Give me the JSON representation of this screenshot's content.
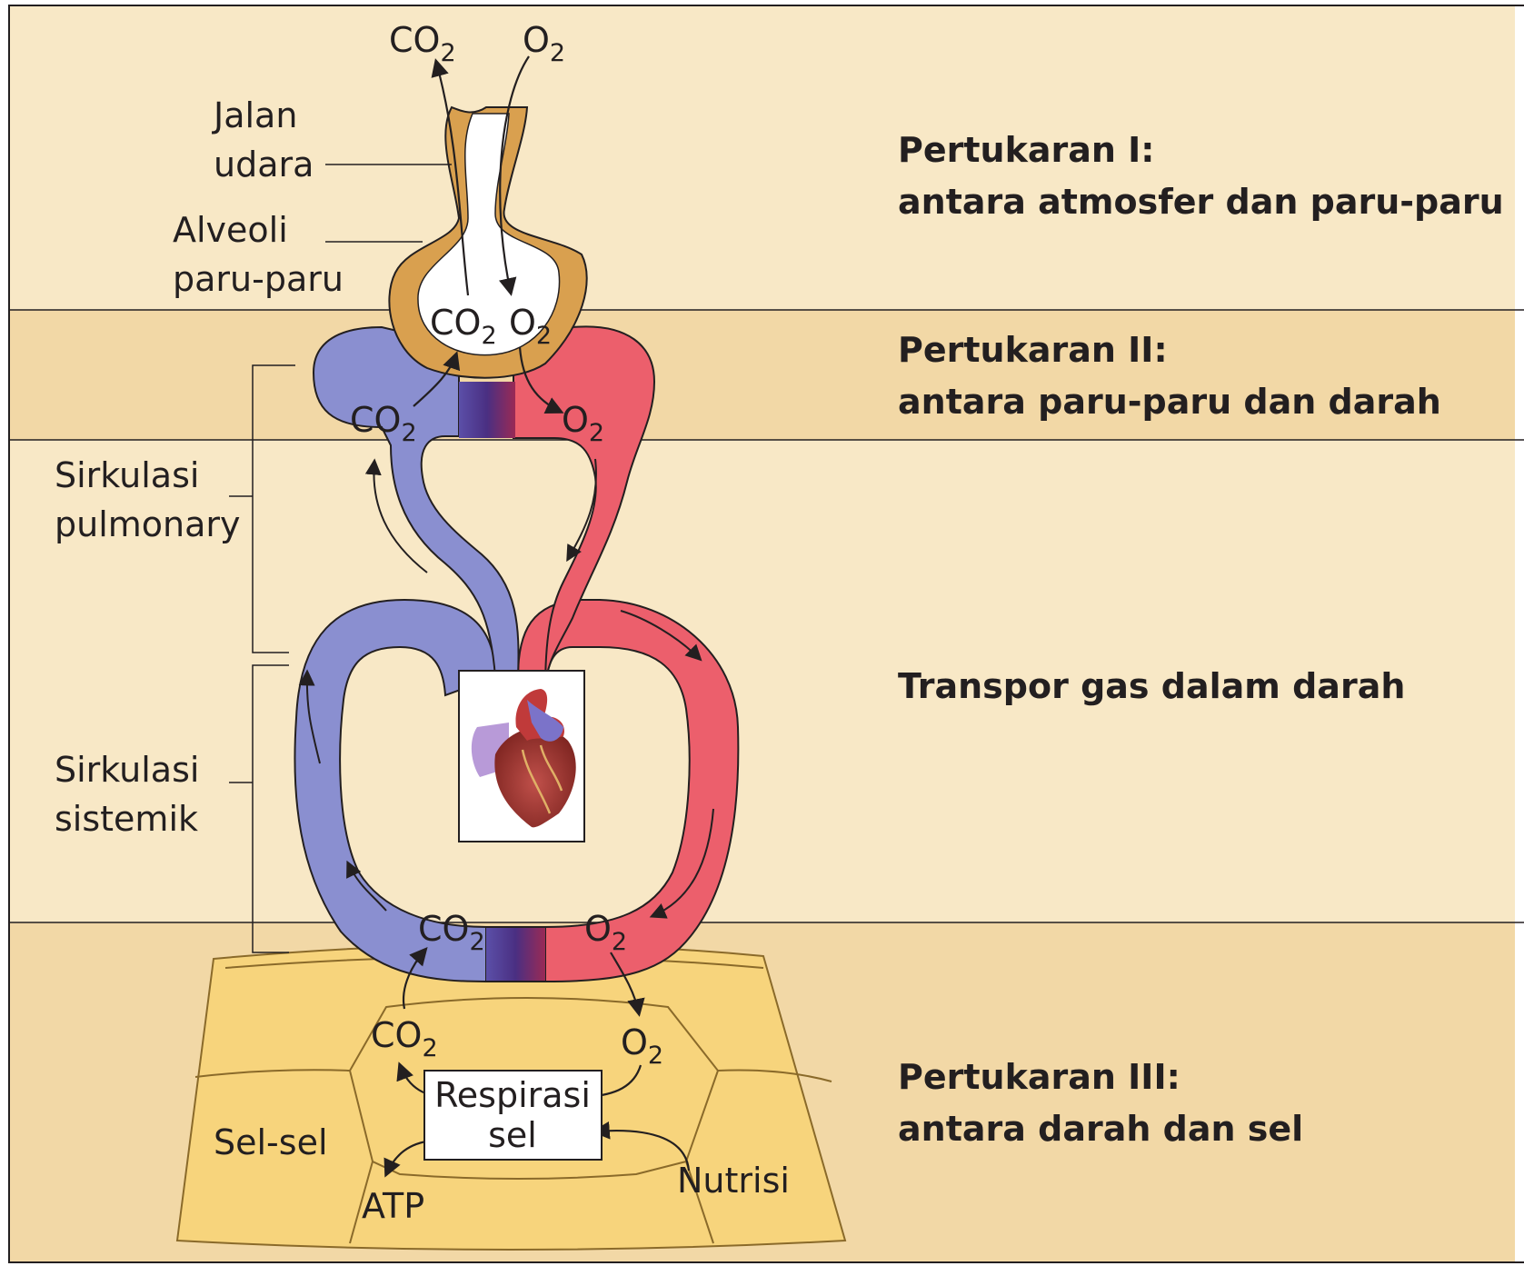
{
  "colors": {
    "band_light": "#f8e8c6",
    "band_dark": "#f2d8a6",
    "frame": "#231f20",
    "vessel_blue": "#8a8fd0",
    "vessel_red": "#ec5f6c",
    "alveolus": "#d9a04f",
    "cells": "#f7d47c",
    "cell_border": "#8a6a2a"
  },
  "labels": {
    "airway_line1": "Jalan",
    "airway_line2": "udara",
    "alveoli_line1": "Alveoli",
    "alveoli_line2": "paru-paru",
    "pulmonary_line1": "Sirkulasi",
    "pulmonary_line2": "pulmonary",
    "systemic_line1": "Sirkulasi",
    "systemic_line2": "sistemik",
    "cells": "Sel-sel",
    "respiration_line1": "Respirasi",
    "respiration_line2": "sel",
    "atp": "ATP",
    "nutrients": "Nutrisi"
  },
  "gases": {
    "co2_base": "CO",
    "co2_sub": "2",
    "o2_base": "O",
    "o2_sub": "2"
  },
  "headings": {
    "exchange1_line1": "Pertukaran I:",
    "exchange1_line2": "antara atmosfer dan paru-paru",
    "exchange2_line1": "Pertukaran II:",
    "exchange2_line2": "antara paru-paru dan darah",
    "transport": "Transpor gas dalam darah",
    "exchange3_line1": "Pertukaran III:",
    "exchange3_line2": "antara darah dan sel"
  },
  "icons": [
    "heart-illustration",
    "flow-arrow"
  ]
}
